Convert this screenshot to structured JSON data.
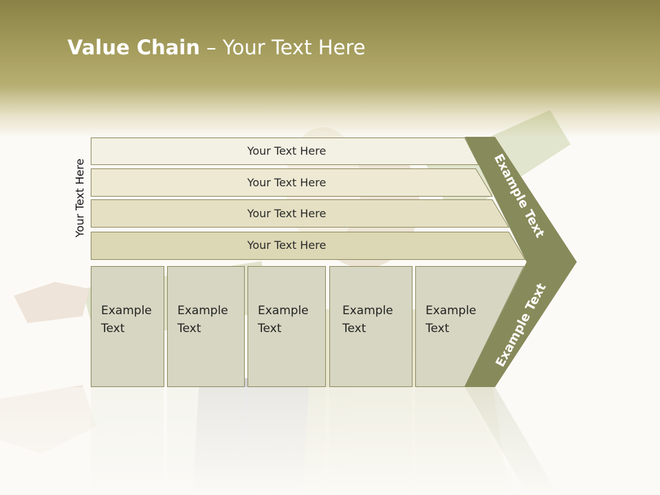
{
  "slide": {
    "title_bold": "Value Chain",
    "title_rest": " – Your Text Here",
    "side_label": "Your Text Here"
  },
  "bars": [
    {
      "label": "Your Text Here"
    },
    {
      "label": "Your Text Here"
    },
    {
      "label": "Your Text Here"
    },
    {
      "label": "Your Text Here"
    }
  ],
  "boxes": [
    {
      "line1": "Example",
      "line2": "Text"
    },
    {
      "line1": "Example",
      "line2": "Text"
    },
    {
      "line1": "Example",
      "line2": "Text"
    },
    {
      "line1": "Example",
      "line2": "Text"
    },
    {
      "line1": "Example",
      "line2": "Text"
    }
  ],
  "chevron": {
    "top_label": "Example Text",
    "bottom_label": "Example Text"
  },
  "colors": {
    "header": "#a49c5c",
    "chevron": "#878a5a",
    "bar_light": "#f3f1e4",
    "bar_dark": "#dcd7b4",
    "box_fill": "#d6d6c2"
  }
}
